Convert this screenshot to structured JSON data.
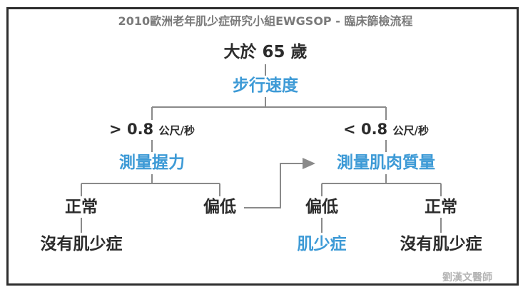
{
  "title": "2010歐洲老年肌少症研究小組EWGSOP - 臨床篩檢流程",
  "nodes": {
    "age": "大於 65 歲",
    "walking_speed": "步行速度",
    "fast_value": "> 0.8",
    "slow_value": "< 0.8",
    "speed_unit": "公尺/秒",
    "grip_strength": "測量握力",
    "muscle_mass": "測量肌肉質量",
    "grip_normal": "正常",
    "grip_low": "偏低",
    "mass_low": "偏低",
    "mass_normal": "正常",
    "no_sarcopenia_left": "沒有肌少症",
    "sarcopenia": "肌少症",
    "no_sarcopenia_right": "沒有肌少症"
  },
  "watermark": "劉漢文醫師",
  "colors": {
    "dark_text": "#2b2b2b",
    "accent_blue": "#3d9ad6",
    "line_gray": "#8a8a8a",
    "title_gray": "#7a7a7a",
    "frame": "#2e2e2e"
  }
}
